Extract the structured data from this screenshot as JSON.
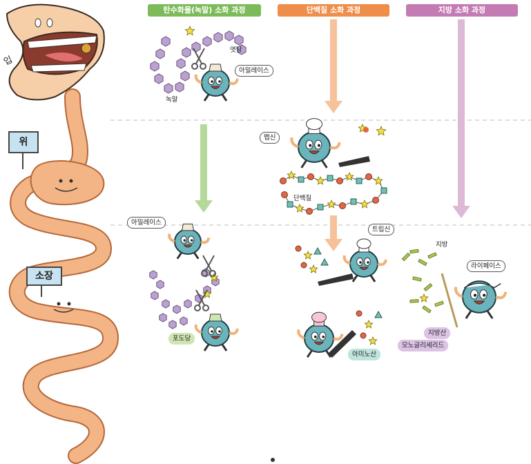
{
  "headers": {
    "carb": "탄수화물(녹말) 소화 과정",
    "protein": "단백질 소화 과정",
    "fat": "지방 소화 과정"
  },
  "organs": {
    "mouth": "입",
    "stomach": "위",
    "small_intestine": "소장"
  },
  "labels": {
    "maltose": "엿당",
    "starch": "녹말",
    "amylase_top": "아밀레이스",
    "pepsin": "펩신",
    "protein": "단백질",
    "amylase_mid": "아밀레이스",
    "glucose": "포도당",
    "trypsin": "트립신",
    "amino_acid": "아미노산",
    "fat": "지방",
    "lipase": "라이페이스",
    "fatty_acid": "지방산",
    "monoglyceride": "모노글리세리드"
  },
  "colors": {
    "carb": "#7dbb5a",
    "protein": "#ef8d4a",
    "fat": "#c47bb4",
    "carb_arrow": "#b5d99a",
    "protein_arrow": "#f6c29c",
    "fat_arrow": "#dcbad6",
    "gut": "#f3b585",
    "gut_stroke": "#b5673a",
    "enzyme_body": "#6bb4bc",
    "starch_bead": "#b9a2cf",
    "divider": "#bbbbbb"
  }
}
